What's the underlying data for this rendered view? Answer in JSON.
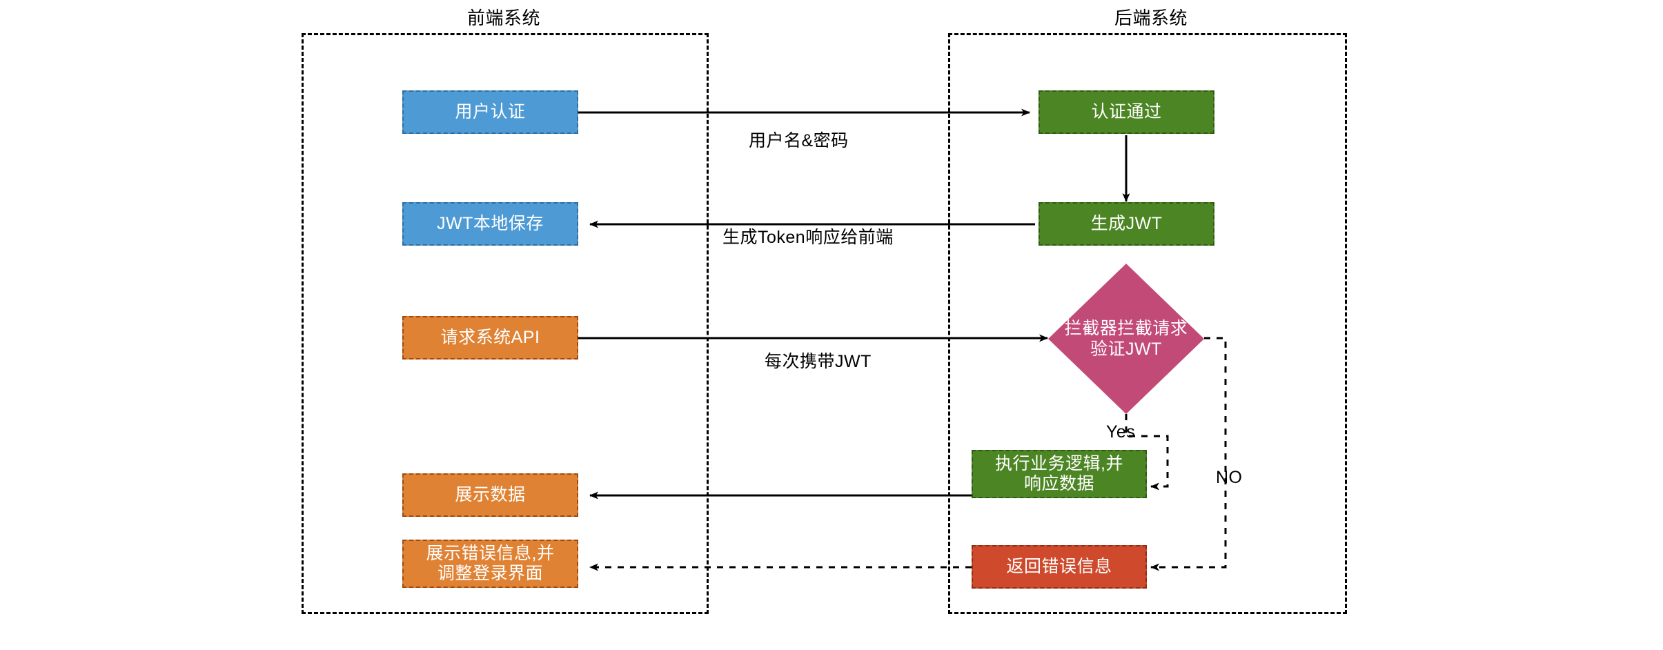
{
  "lanes": [
    {
      "id": "frontend",
      "title": "前端系统"
    },
    {
      "id": "backend",
      "title": "后端系统"
    }
  ],
  "nodes": {
    "user_auth": {
      "label": "用户认证",
      "color": "#4e9ad4"
    },
    "auth_passed": {
      "label": "认证通过",
      "color": "#4c8523"
    },
    "jwt_local_save": {
      "label": "JWT本地保存",
      "color": "#4e9ad4"
    },
    "generate_jwt": {
      "label": "生成JWT",
      "color": "#4c8523"
    },
    "request_api": {
      "label": "请求系统API",
      "color": "#e08234"
    },
    "interceptor_l1": {
      "label": "拦截器拦截请求",
      "color": "#c24a77"
    },
    "interceptor_l2": {
      "label": "验证JWT",
      "color": "#c24a77"
    },
    "business_logic_l1": {
      "label": "执行业务逻辑,并",
      "color": "#4c8523"
    },
    "business_logic_l2": {
      "label": "响应数据",
      "color": "#4c8523"
    },
    "show_data": {
      "label": "展示数据",
      "color": "#e08234"
    },
    "show_error_l1": {
      "label": "展示错误信息,并",
      "color": "#e08234"
    },
    "show_error_l2": {
      "label": "调整登录界面",
      "color": "#e08234"
    },
    "return_error": {
      "label": "返回错误信息",
      "color": "#cf4a2d"
    }
  },
  "edge_labels": {
    "credentials": "用户名&密码",
    "token_response": "生成Token响应给前端",
    "carry_jwt": "每次携带JWT",
    "yes": "Yes",
    "no": "NO"
  }
}
